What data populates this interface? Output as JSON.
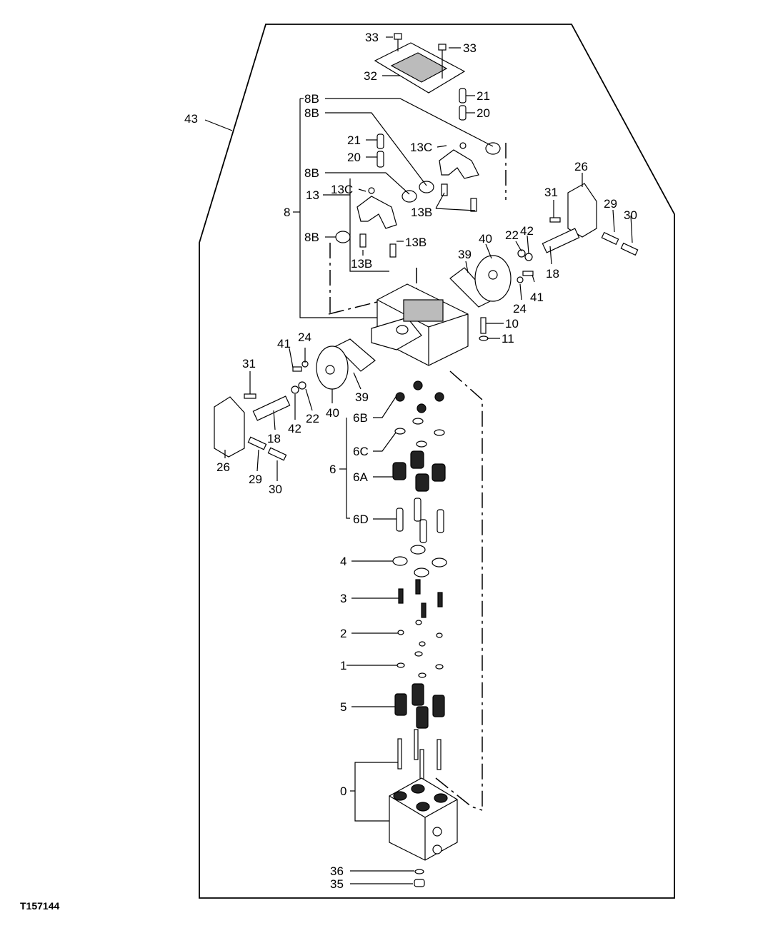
{
  "figure_id": "T157144",
  "callouts": {
    "c43": "43",
    "c33a": "33",
    "c33b": "33",
    "c32": "32",
    "c21a": "21",
    "c20a": "20",
    "c21b": "21",
    "c20b": "20",
    "c8Ba": "8B",
    "c8Bb": "8B",
    "c8Bc": "8B",
    "c8Bd": "8B",
    "c8": "8",
    "c13": "13",
    "c13Ca": "13C",
    "c13Cb": "13C",
    "c13Ba": "13B",
    "c13Bb": "13B",
    "c13Bc": "13B",
    "c26a": "26",
    "c31a": "31",
    "c29a": "29",
    "c30a": "30",
    "c22a": "22",
    "c42a": "42",
    "c40a": "40",
    "c39a": "39",
    "c18a": "18",
    "c41a": "41",
    "c24a": "24",
    "c10": "10",
    "c11": "11",
    "c41b": "41",
    "c24b": "24",
    "c31b": "31",
    "c39b": "39",
    "c40b": "40",
    "c22b": "22",
    "c42b": "42",
    "c18b": "18",
    "c26b": "26",
    "c29b": "29",
    "c30b": "30",
    "c6": "6",
    "c6B": "6B",
    "c6C": "6C",
    "c6A": "6A",
    "c6D": "6D",
    "c4": "4",
    "c3": "3",
    "c2": "2",
    "c1": "1",
    "c5": "5",
    "c0": "0",
    "c36": "36",
    "c35": "35"
  }
}
